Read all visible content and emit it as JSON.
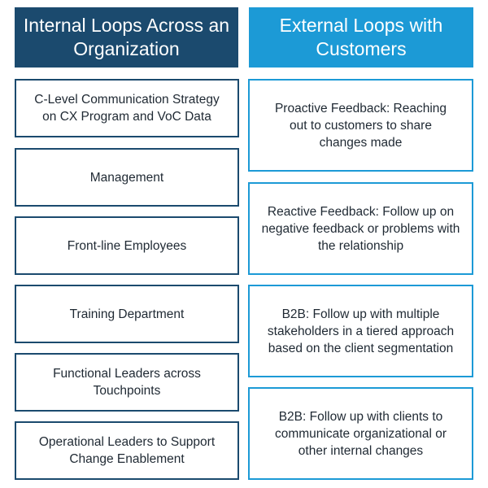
{
  "internal": {
    "title": "Internal Loops Across an Organization",
    "color": "#1b4a6e",
    "items": [
      "C-Level Communication Strategy on CX Program and VoC Data",
      "Management",
      "Front-line Employees",
      "Training Department",
      "Functional Leaders across Touchpoints",
      "Operational Leaders to Support Change Enablement"
    ]
  },
  "external": {
    "title": "External Loops with Customers",
    "color": "#1c9ad6",
    "items": [
      "Proactive Feedback: Reaching out to customers to share changes made",
      "Reactive Feedback: Follow up on negative feedback or problems with the relationship",
      "B2B: Follow up with multiple stakeholders in a tiered approach based on the client segmentation",
      "B2B: Follow up with clients to communicate organizational or other internal changes"
    ]
  }
}
